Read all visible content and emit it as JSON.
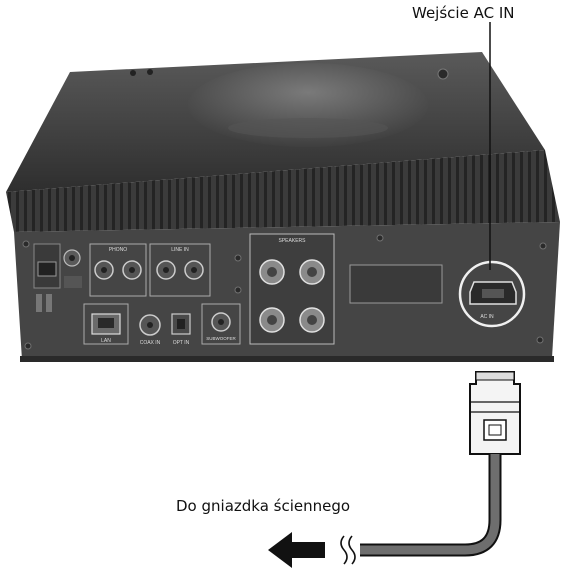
{
  "callouts": {
    "ac_inlet": "Wejście AC IN",
    "wall_outlet": "Do gniazdka ściennego"
  },
  "panel_labels": {
    "phono": "PHONO",
    "line_in": "LINE IN",
    "speakers": "SPEAKERS",
    "lan": "LAN",
    "coax_in": "COAX IN",
    "opt_in": "OPT IN",
    "subwoofer": "SUBWOOFER",
    "ac_in": "AC IN"
  },
  "colors": {
    "body_dark": "#3a3a3a",
    "panel": "#4a4a4a",
    "cable": "#6a6a6a",
    "line": "#111111"
  }
}
